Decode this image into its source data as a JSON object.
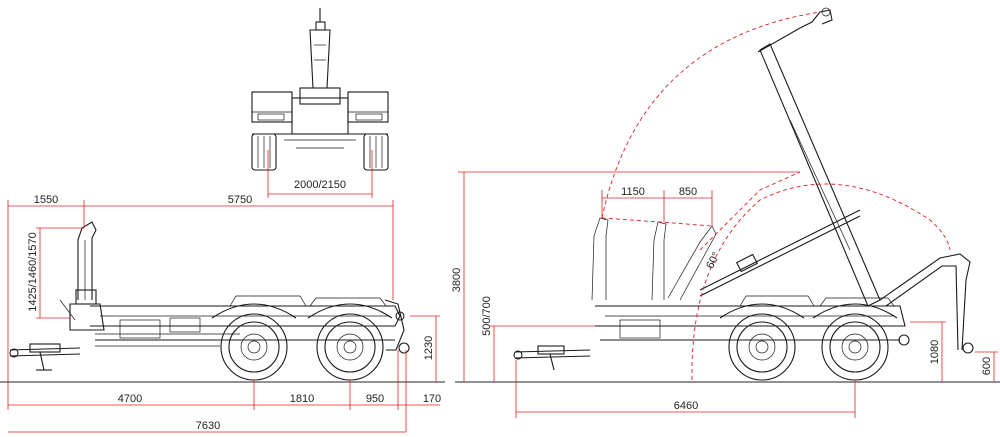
{
  "dimensions": {
    "rear_track": "2000/2150",
    "front_overhang": "1550",
    "body_length": "5750",
    "hook_heights": "1425/1460/1570",
    "frame_height": "1230",
    "wheelbase_front": "4700",
    "axle_spacing": "1810",
    "rear_overhang": "950",
    "bumper": "170",
    "total_length": "7630",
    "tipping_height": "3800",
    "coupling_heights": "500/700",
    "tip_offset_1": "1150",
    "tip_offset_2": "850",
    "tip_angle": "60°",
    "rear_roller_height": "1080",
    "pickup_height": "600",
    "tip_reach": "6460"
  },
  "colors": {
    "drawing": "#1a1a1a",
    "dimension": "#e02020"
  }
}
